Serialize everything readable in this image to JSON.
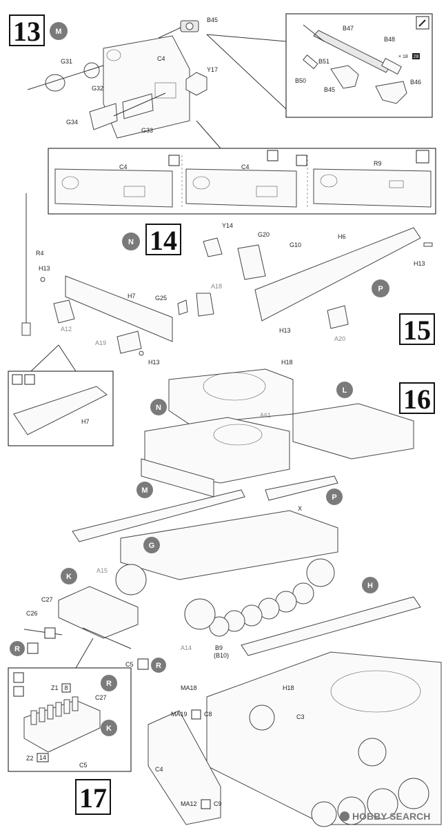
{
  "steps": [
    {
      "number": "13",
      "badge": "M"
    },
    {
      "number": "14",
      "badge": "N"
    },
    {
      "number": "15",
      "badge": "P"
    },
    {
      "number": "16",
      "badge": ""
    },
    {
      "number": "17",
      "badge": ""
    }
  ],
  "labels": {
    "s13": [
      "B45",
      "C4",
      "G31",
      "G32",
      "Y17",
      "G34",
      "G33"
    ],
    "s13_inset": [
      "B47",
      "B48",
      "B51",
      "B50",
      "B45",
      "B46"
    ],
    "s13_inset_note": "× 18",
    "s13_inset_note_num": "28",
    "s13_variants": [
      "C4",
      "C4",
      "R9"
    ],
    "s14": [
      "R4",
      "H13",
      "H7",
      "G25",
      "A18",
      "A12",
      "A19",
      "H13"
    ],
    "s14_inset": [
      "H7"
    ],
    "s15": [
      "Y14",
      "G20",
      "G10",
      "H6",
      "H13",
      "H13",
      "A20"
    ],
    "s16": [
      "H18",
      "A61",
      "X",
      "A15",
      "A14",
      "B9",
      "(B10)",
      "C27",
      "C26",
      "C5"
    ],
    "s16_badges": [
      "L",
      "N",
      "M",
      "P",
      "G",
      "K",
      "H",
      "R",
      "R"
    ],
    "s17": [
      "H18",
      "MA18",
      "C3",
      "MA19",
      "C8",
      "C4",
      "MA12",
      "C9"
    ],
    "s17_inset": [
      "Z1",
      "C27",
      "Z2",
      "C5"
    ],
    "s17_inset_counts": [
      "8",
      "14"
    ],
    "s17_inset_badges": [
      "R",
      "K"
    ]
  },
  "watermark": "HOBBY SEARCH",
  "colors": {
    "badge": "#7a7a7a",
    "line": "#333333",
    "paper": "#ffffff"
  }
}
